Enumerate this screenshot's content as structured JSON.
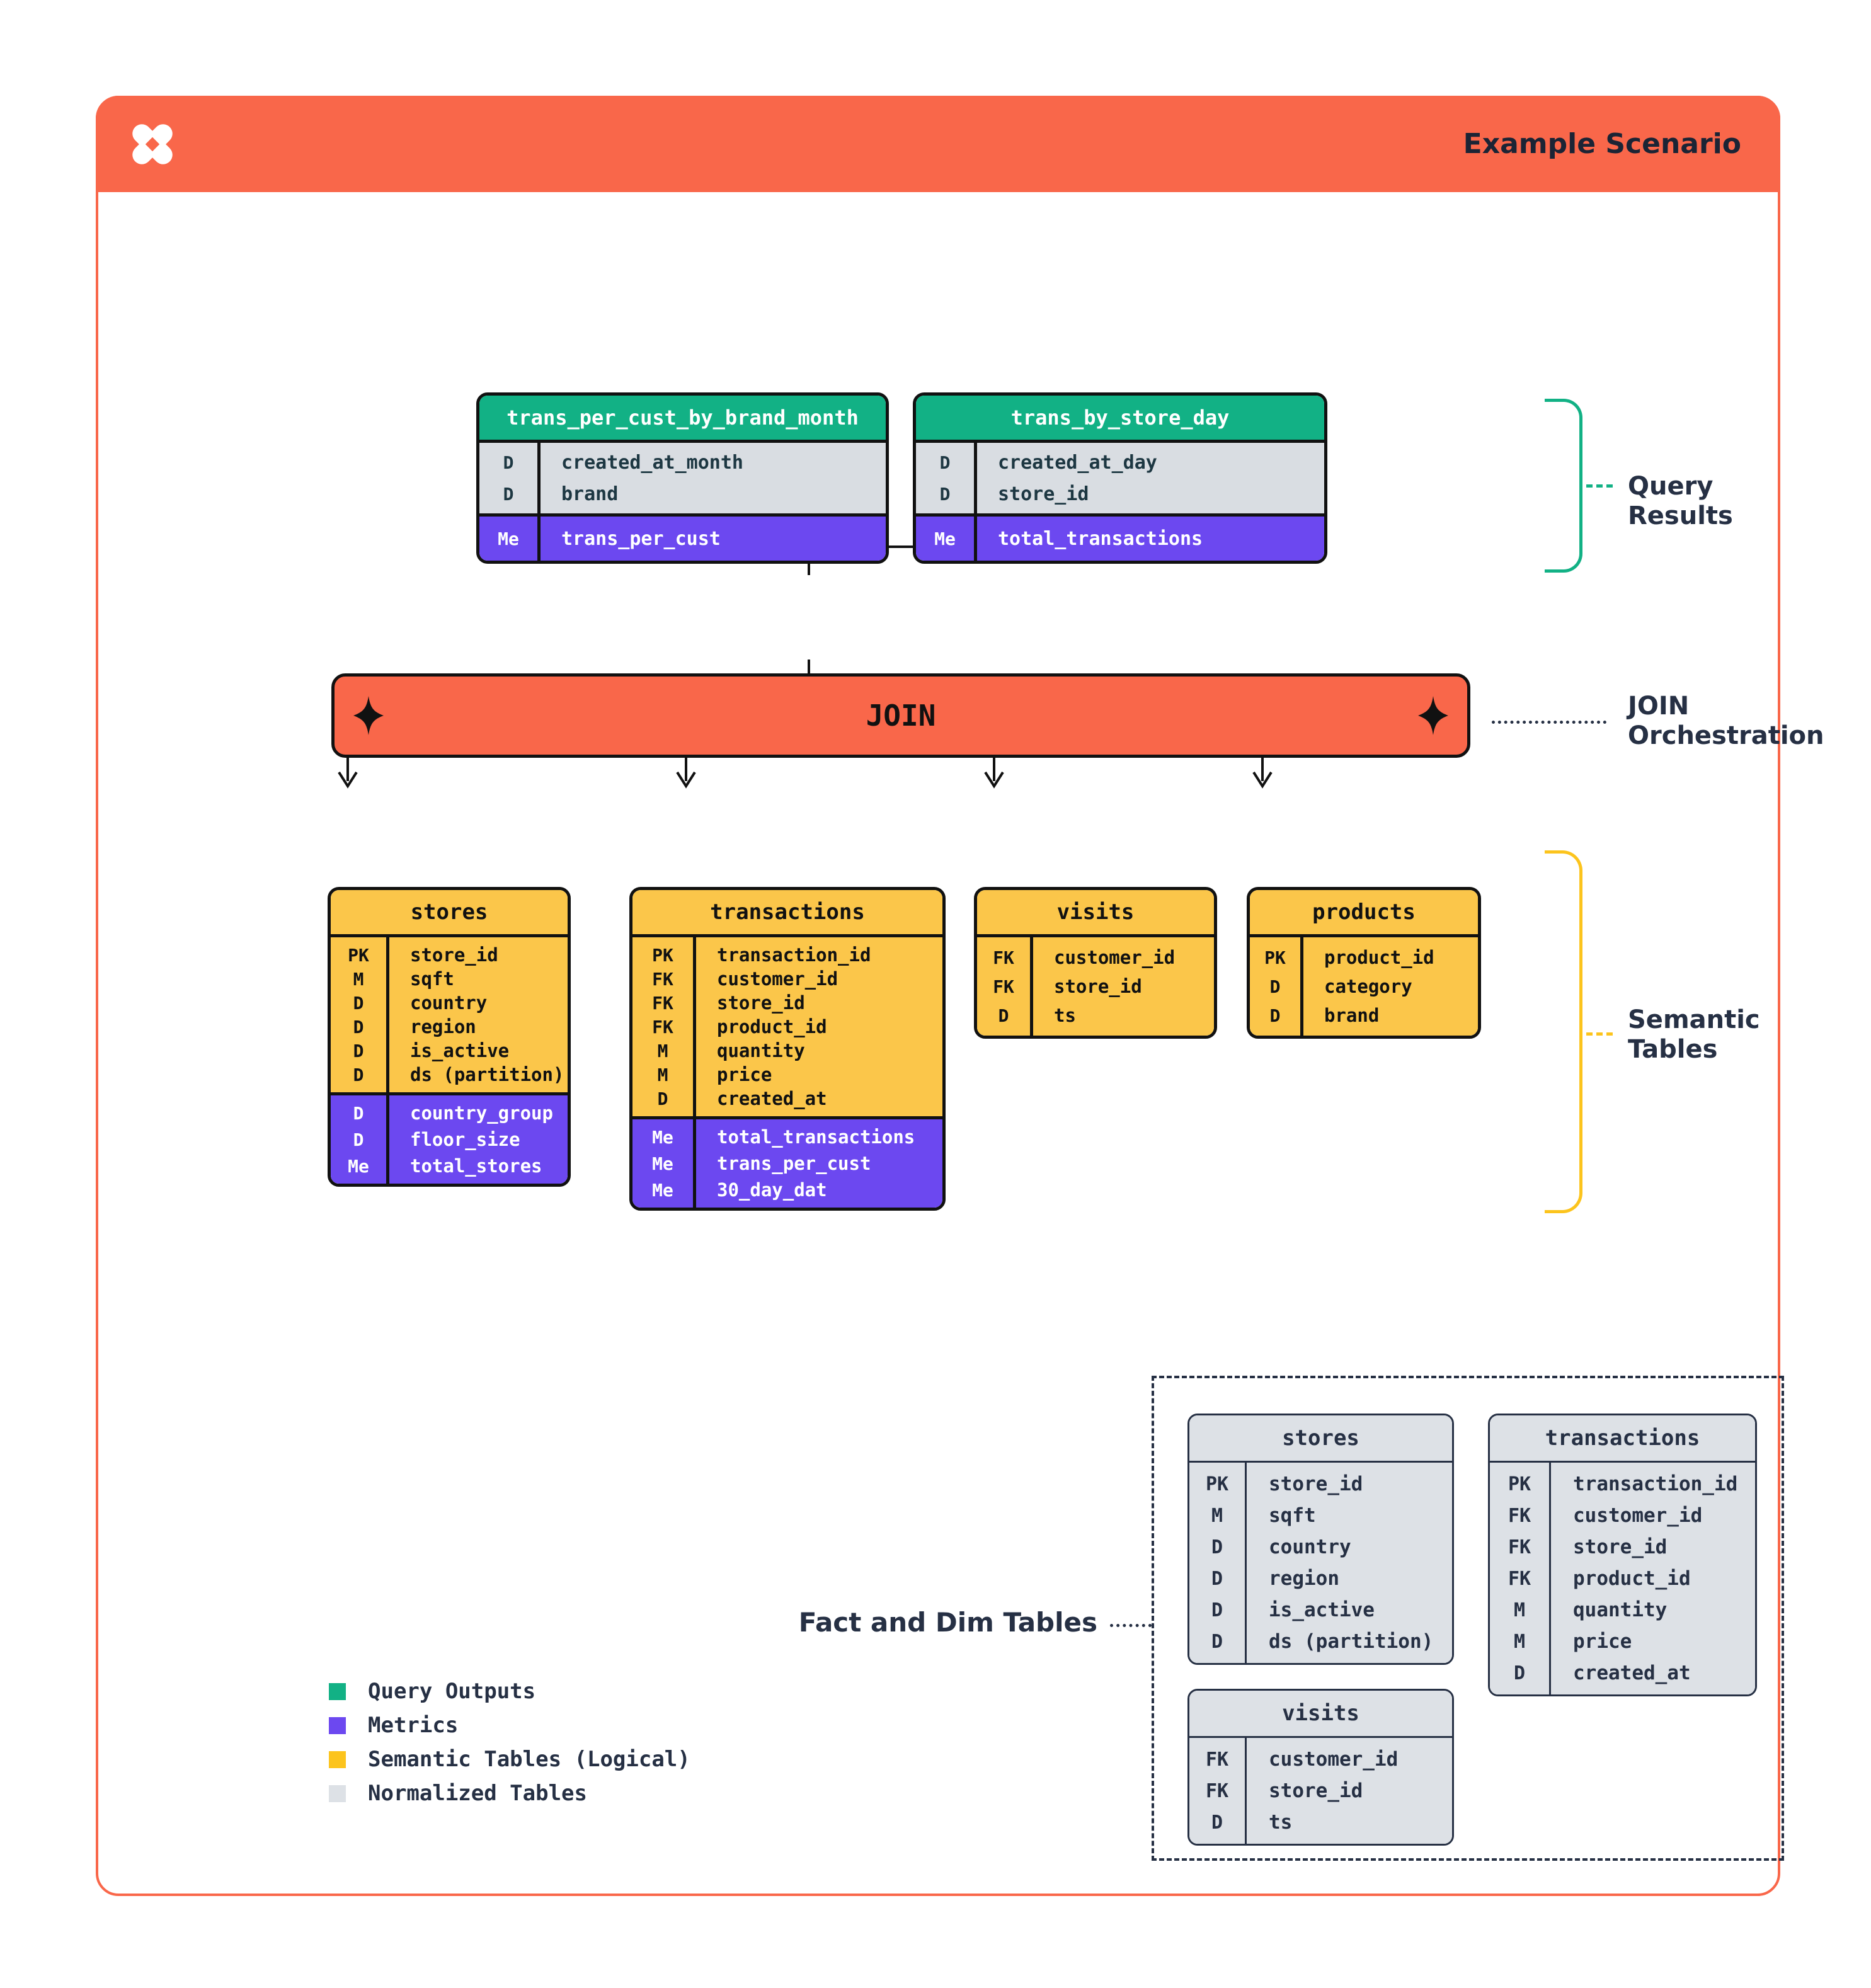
{
  "colors": {
    "orange": "#F9674A",
    "green": "#12B185",
    "purple": "#6C48F0",
    "yellow": "#FBC64A",
    "yellow_bright": "#FCC41D",
    "gray": "#D9DDE2",
    "gray_table": "#DDE1E6",
    "navy": "#263044",
    "black": "#111111"
  },
  "header": {
    "title": "Example Scenario",
    "logo": "x-pinwheel-logo"
  },
  "join_bar": {
    "label": "JOIN"
  },
  "annotations": {
    "query_results": "Query Results",
    "join_orchestration_line1": "JOIN",
    "join_orchestration_line2": "Orchestration",
    "semantic_tables_line1": "Semantic",
    "semantic_tables_line2": "Tables",
    "fact_dim": "Fact and Dim Tables"
  },
  "legend": {
    "items": [
      {
        "swatch": "green",
        "label": "Query Outputs"
      },
      {
        "swatch": "purple",
        "label": "Metrics"
      },
      {
        "swatch": "yellow_bright",
        "label": "Semantic Tables (Logical)"
      },
      {
        "swatch": "gray_table",
        "label": "Normalized Tables"
      }
    ]
  },
  "tables": [
    {
      "id": "trans_per_cust_by_brand_month",
      "variant": "green",
      "title": "trans_per_cust_by_brand_month",
      "sections": [
        {
          "style": "gray",
          "rows": [
            [
              "D",
              "created_at_month"
            ],
            [
              "D",
              "brand"
            ]
          ]
        },
        {
          "style": "purple",
          "rows": [
            [
              "Me",
              "trans_per_cust"
            ]
          ]
        }
      ]
    },
    {
      "id": "trans_by_store_day",
      "variant": "green",
      "title": "trans_by_store_day",
      "sections": [
        {
          "style": "gray",
          "rows": [
            [
              "D",
              "created_at_day"
            ],
            [
              "D",
              "store_id"
            ]
          ]
        },
        {
          "style": "purple",
          "rows": [
            [
              "Me",
              "total_transactions"
            ]
          ]
        }
      ]
    },
    {
      "id": "stores_semantic",
      "variant": "yellow",
      "title": "stores",
      "sections": [
        {
          "style": "yellow",
          "rows": [
            [
              "PK",
              "store_id"
            ],
            [
              "M",
              "sqft"
            ],
            [
              "D",
              "country"
            ],
            [
              "D",
              "region"
            ],
            [
              "D",
              "is_active"
            ],
            [
              "D",
              "ds (partition)"
            ]
          ]
        },
        {
          "style": "purple",
          "rows": [
            [
              "D",
              "country_group"
            ],
            [
              "D",
              "floor_size"
            ],
            [
              "Me",
              "total_stores"
            ]
          ]
        }
      ]
    },
    {
      "id": "transactions_semantic",
      "variant": "yellow",
      "title": "transactions",
      "sections": [
        {
          "style": "yellow",
          "rows": [
            [
              "PK",
              "transaction_id"
            ],
            [
              "FK",
              "customer_id"
            ],
            [
              "FK",
              "store_id"
            ],
            [
              "FK",
              "product_id"
            ],
            [
              "M",
              "quantity"
            ],
            [
              "M",
              "price"
            ],
            [
              "D",
              "created_at"
            ]
          ]
        },
        {
          "style": "purple",
          "rows": [
            [
              "Me",
              "total_transactions"
            ],
            [
              "Me",
              "trans_per_cust"
            ],
            [
              "Me",
              "30_day_dat"
            ]
          ]
        }
      ]
    },
    {
      "id": "visits_semantic",
      "variant": "yellow",
      "title": "visits",
      "sections": [
        {
          "style": "yellow",
          "rows": [
            [
              "FK",
              "customer_id"
            ],
            [
              "FK",
              "store_id"
            ],
            [
              "D",
              "ts"
            ]
          ]
        }
      ]
    },
    {
      "id": "products_semantic",
      "variant": "yellow",
      "title": "products",
      "sections": [
        {
          "style": "yellow",
          "rows": [
            [
              "PK",
              "product_id"
            ],
            [
              "D",
              "category"
            ],
            [
              "D",
              "brand"
            ]
          ]
        }
      ]
    },
    {
      "id": "stores_normalized",
      "variant": "gray",
      "title": "stores",
      "sections": [
        {
          "style": "gray-table",
          "rows": [
            [
              "PK",
              "store_id"
            ],
            [
              "M",
              "sqft"
            ],
            [
              "D",
              "country"
            ],
            [
              "D",
              "region"
            ],
            [
              "D",
              "is_active"
            ],
            [
              "D",
              "ds (partition)"
            ]
          ]
        }
      ]
    },
    {
      "id": "transactions_normalized",
      "variant": "gray",
      "title": "transactions",
      "sections": [
        {
          "style": "gray-table",
          "rows": [
            [
              "PK",
              "transaction_id"
            ],
            [
              "FK",
              "customer_id"
            ],
            [
              "FK",
              "store_id"
            ],
            [
              "FK",
              "product_id"
            ],
            [
              "M",
              "quantity"
            ],
            [
              "M",
              "price"
            ],
            [
              "D",
              "created_at"
            ]
          ]
        }
      ]
    },
    {
      "id": "visits_normalized",
      "variant": "gray",
      "title": "visits",
      "sections": [
        {
          "style": "gray-table",
          "rows": [
            [
              "FK",
              "customer_id"
            ],
            [
              "FK",
              "store_id"
            ],
            [
              "D",
              "ts"
            ]
          ]
        }
      ]
    }
  ]
}
